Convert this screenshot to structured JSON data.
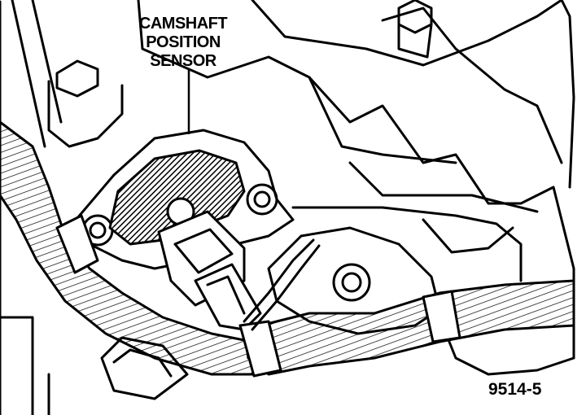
{
  "callout": {
    "line1": "CAMSHAFT",
    "line2": "POSITION",
    "line3": "SENSOR"
  },
  "figure_number": "9514-5",
  "colors": {
    "ink": "#000000",
    "paper": "#ffffff"
  }
}
